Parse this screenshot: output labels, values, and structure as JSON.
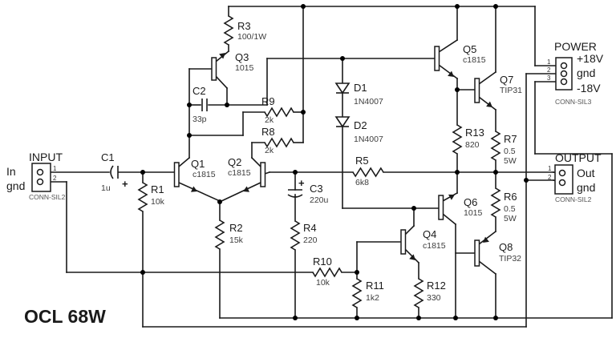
{
  "title": "OCL 68W",
  "connectors": {
    "input": {
      "title": "INPUT",
      "type": "CONN-SIL2",
      "pin1_num": "1",
      "pin2_num": "2",
      "pin1_label": "In",
      "pin2_label": "gnd"
    },
    "power": {
      "title": "POWER",
      "type": "CONN-SIL3",
      "pin1_num": "1",
      "pin2_num": "2",
      "pin3_num": "3",
      "pin1_label": "+18V",
      "pin2_label": "gnd",
      "pin3_label": "-18V"
    },
    "output": {
      "title": "OUTPUT",
      "type": "CONN-SIL2",
      "pin1_num": "1",
      "pin2_num": "2",
      "pin1_label": "Out",
      "pin2_label": "gnd"
    }
  },
  "components": {
    "R1": {
      "ref": "R1",
      "value": "10k"
    },
    "R2": {
      "ref": "R2",
      "value": "15k"
    },
    "R3": {
      "ref": "R3",
      "value": "100/1W"
    },
    "R4": {
      "ref": "R4",
      "value": "220"
    },
    "R5": {
      "ref": "R5",
      "value": "6k8"
    },
    "R6": {
      "ref": "R6",
      "value": "0.5",
      "watt": "5W"
    },
    "R7": {
      "ref": "R7",
      "value": "0.5",
      "watt": "5W"
    },
    "R8": {
      "ref": "R8",
      "value": "2k"
    },
    "R9": {
      "ref": "R9",
      "value": "2k"
    },
    "R10": {
      "ref": "R10",
      "value": "10k"
    },
    "R11": {
      "ref": "R11",
      "value": "1k2"
    },
    "R12": {
      "ref": "R12",
      "value": "330"
    },
    "R13": {
      "ref": "R13",
      "value": "820"
    },
    "C1": {
      "ref": "C1",
      "value": "1u",
      "plus": "+"
    },
    "C2": {
      "ref": "C2",
      "value": "33p"
    },
    "C3": {
      "ref": "C3",
      "value": "220u",
      "plus": "+"
    },
    "D1": {
      "ref": "D1",
      "value": "1N4007"
    },
    "D2": {
      "ref": "D2",
      "value": "1N4007"
    },
    "Q1": {
      "ref": "Q1",
      "value": "c1815"
    },
    "Q2": {
      "ref": "Q2",
      "value": "c1815"
    },
    "Q3": {
      "ref": "Q3",
      "value": "1015"
    },
    "Q4": {
      "ref": "Q4",
      "value": "c1815"
    },
    "Q5": {
      "ref": "Q5",
      "value": "c1815"
    },
    "Q6": {
      "ref": "Q6",
      "value": "1015"
    },
    "Q7": {
      "ref": "Q7",
      "value": "TIP31"
    },
    "Q8": {
      "ref": "Q8",
      "value": "TIP32"
    }
  }
}
